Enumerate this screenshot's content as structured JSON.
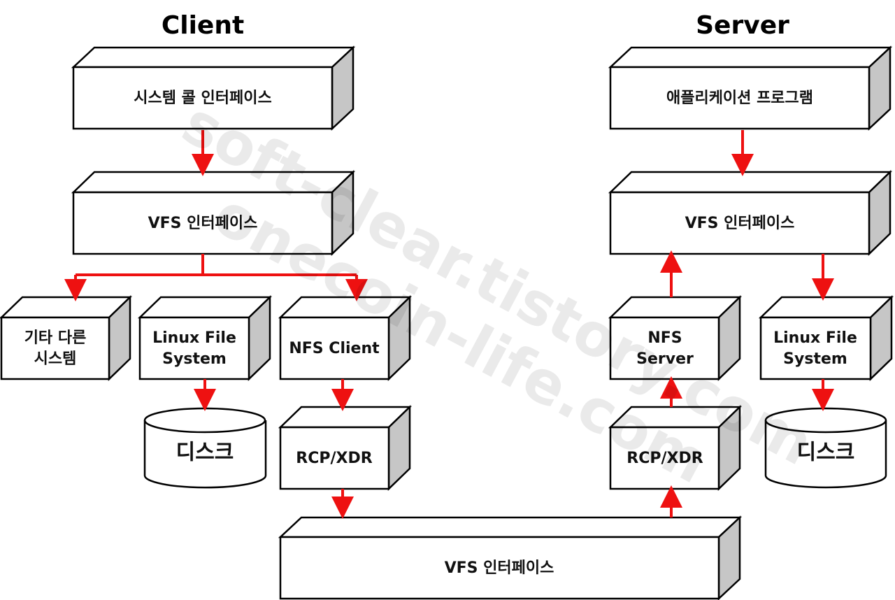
{
  "headings": {
    "client": "Client",
    "server": "Server"
  },
  "client": {
    "syscall": "시스템 콜 인터페이스",
    "vfs": "VFS 인터페이스",
    "other_fs": [
      "기타 다른",
      "시스템"
    ],
    "linux_fs": [
      "Linux File",
      "System"
    ],
    "nfs_client": "NFS Client",
    "disk": "디스크",
    "rcp": "RCP/XDR"
  },
  "server": {
    "app": "애플리케이션 프로그램",
    "vfs": "VFS 인터페이스",
    "nfs_server": [
      "NFS",
      "Server"
    ],
    "linux_fs": [
      "Linux File",
      "System"
    ],
    "rcp": "RCP/XDR",
    "disk": "디스크"
  },
  "bottom": {
    "vfs": "VFS 인터페이스"
  },
  "watermark": [
    "soft-clear.tistory.com",
    "onecoin-life.com"
  ],
  "colors": {
    "arrow": "#ee1111",
    "box_side": "#c6c6c6"
  }
}
